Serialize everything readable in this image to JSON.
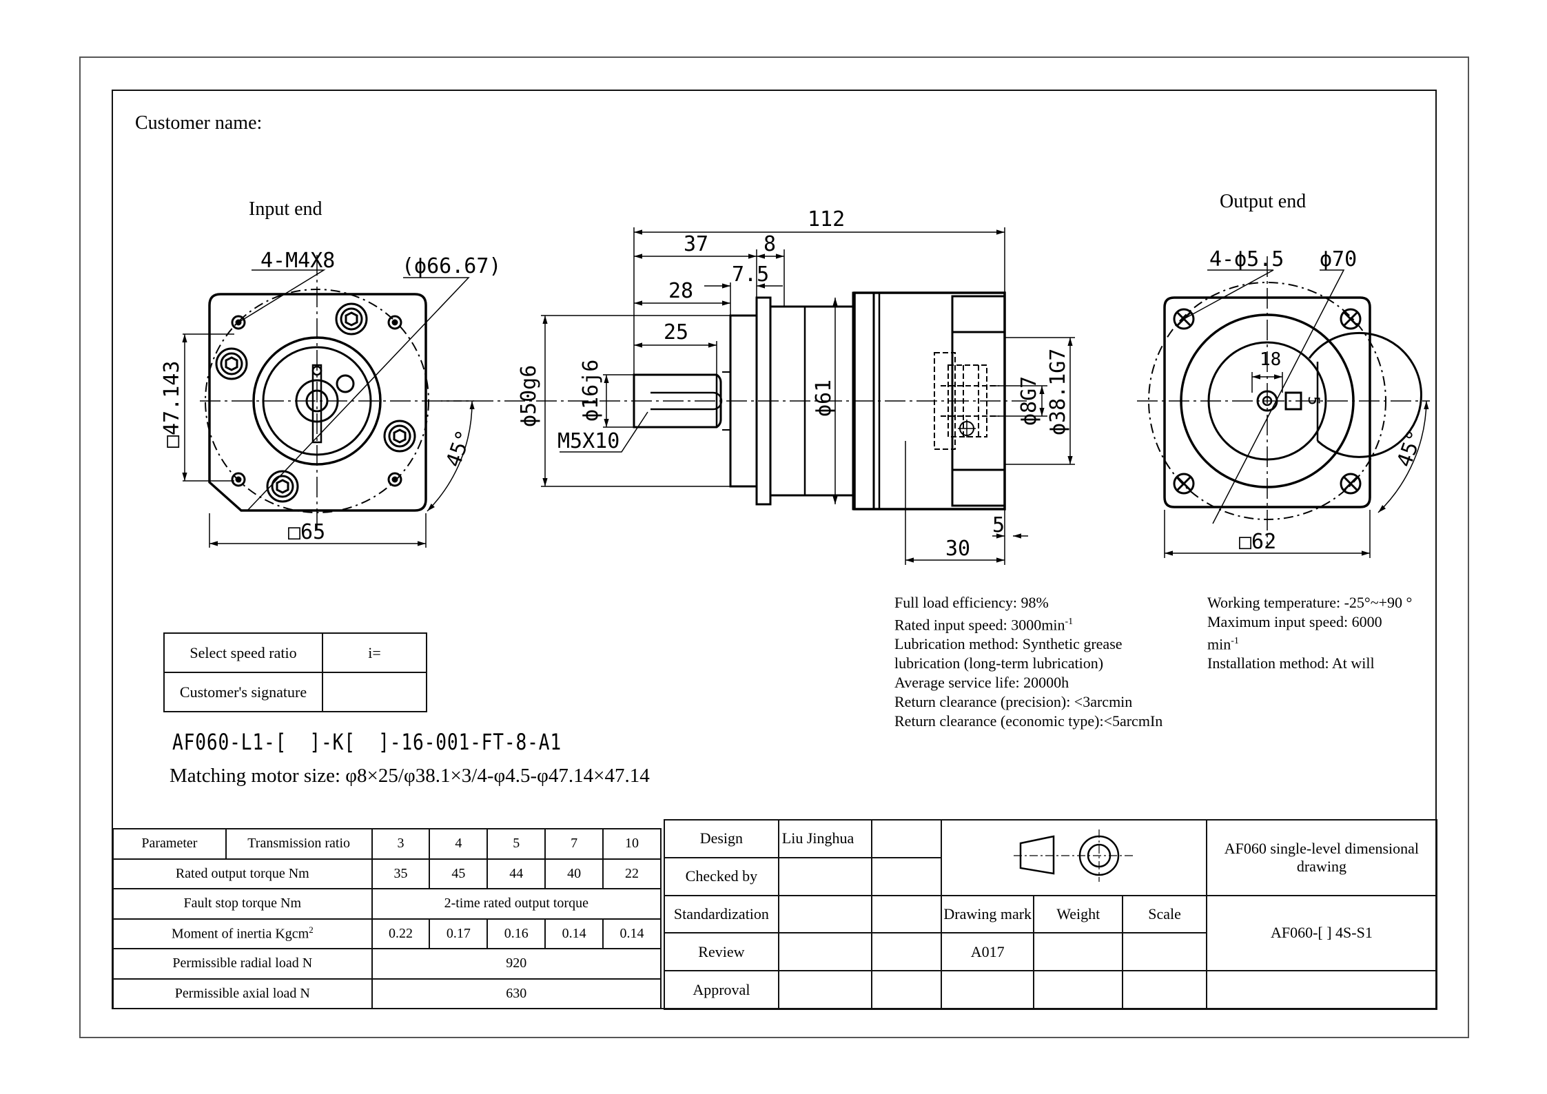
{
  "customer_name_label": "Customer name:",
  "views": {
    "input_end": {
      "title": "Input end",
      "dims": {
        "screws": "4-M4X8",
        "pcd": "(ϕ66.67)",
        "square_side": "□47.143",
        "square_outer": "□65",
        "angle": "45°"
      }
    },
    "side": {
      "dims": {
        "total": "112",
        "d37": "37",
        "d8": "8",
        "d7_5": "7.5",
        "d28": "28",
        "d25": "25",
        "pilot": "ϕ50g6",
        "shaft": "ϕ16j6",
        "thread": "M5X10",
        "body": "ϕ61",
        "bore": "ϕ8G7",
        "spigot": "ϕ38.1G7",
        "d5": "5",
        "d30": "30"
      }
    },
    "output_end": {
      "title": "Output end",
      "dims": {
        "holes": "4-ϕ5.5",
        "pcd": "ϕ70",
        "key_h": "18",
        "key_w": "5",
        "square": "□62",
        "angle": "45°"
      }
    }
  },
  "notes_left": [
    {
      "text": "Full load efficiency: 98%"
    },
    {
      "text": "Rated input speed: 3000min",
      "sup": "-1"
    },
    {
      "text": "Lubrication method: Synthetic grease"
    },
    {
      "text": "lubrication (long-term lubrication)"
    },
    {
      "text": "Average service life: 20000h"
    },
    {
      "text": "Return clearance (precision): <3arcmin"
    },
    {
      "text": "Return clearance (economic type):<5arcmIn"
    }
  ],
  "notes_right": [
    {
      "text": "Working temperature: -25°~+90 °"
    },
    {
      "text": "Maximum input speed: 6000"
    },
    {
      "text": "min",
      "sup": "-1"
    },
    {
      "text": "Installation method: At will"
    }
  ],
  "signature_table": {
    "row1_label": "Select speed ratio",
    "row1_value": "i=",
    "row2_label": "Customer's signature",
    "row2_value": ""
  },
  "model_code": "AF060-L1-[  ]-K[  ]-16-001-FT-8-A1",
  "motor_size": "Matching motor size: φ8×25/φ38.1×3/4-φ4.5-φ47.14×47.14",
  "param_table": {
    "header": {
      "c1": "Parameter",
      "c2": "Transmission ratio",
      "ratios": [
        "3",
        "4",
        "5",
        "7",
        "10"
      ]
    },
    "rated_torque": {
      "label": "Rated output torque Nm",
      "values": [
        "35",
        "45",
        "44",
        "40",
        "22"
      ]
    },
    "fault_stop": {
      "label": "Fault stop torque Nm",
      "value": "2-time rated output torque"
    },
    "inertia": {
      "label": "Moment of inertia Kgcm",
      "sup": "2",
      "values": [
        "0.22",
        "0.17",
        "0.16",
        "0.14",
        "0.14"
      ]
    },
    "radial": {
      "label": "Permissible radial load N",
      "value": "920"
    },
    "axial": {
      "label": "Permissible axial load N",
      "value": "630"
    }
  },
  "title_block": {
    "design_label": "Design",
    "design_name": "Liu Jinghua",
    "checked_label": "Checked by",
    "standard_label": "Standardization",
    "review_label": "Review",
    "approval_label": "Approval",
    "drawing_mark_label": "Drawing mark",
    "drawing_mark_value": "A017",
    "weight_label": "Weight",
    "scale_label": "Scale",
    "title": "AF060 single-level dimensional drawing",
    "code": "AF060-[ ] 4S-S1"
  }
}
